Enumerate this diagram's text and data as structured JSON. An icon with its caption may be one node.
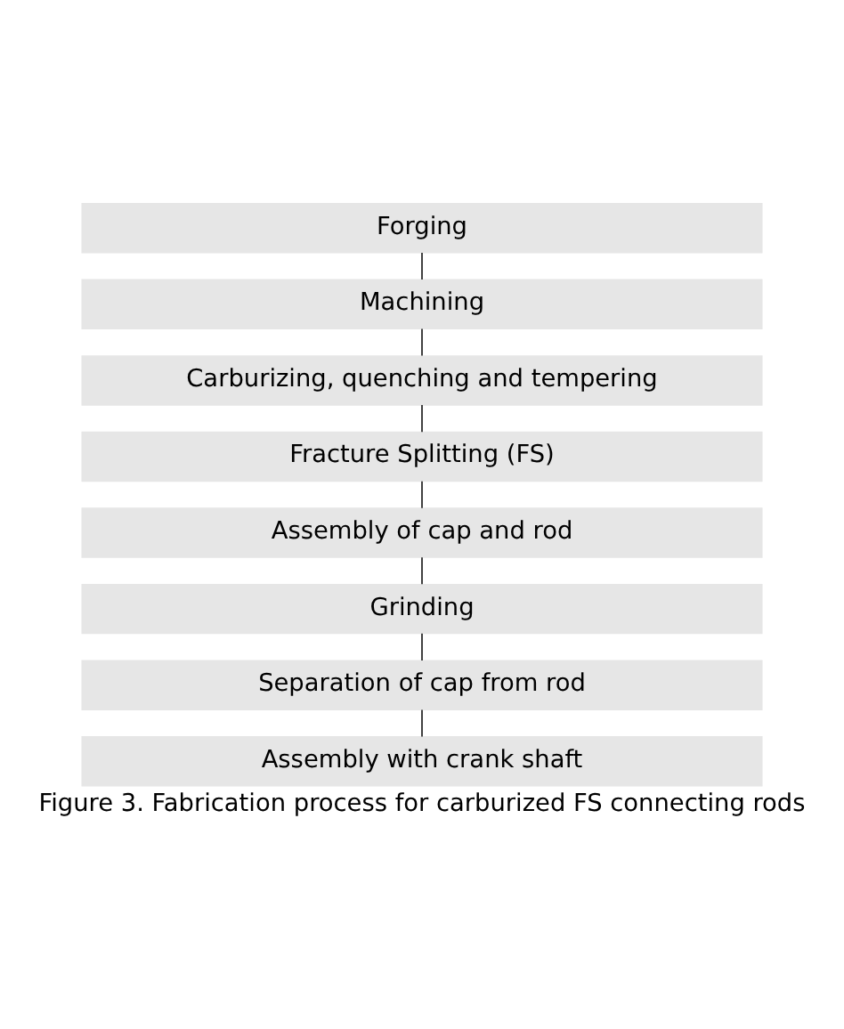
{
  "diagram": {
    "caption": "Figure 3. Fabrication process for carburized FS connecting rods",
    "nodes": [
      {
        "text": [
          "Forging"
        ]
      },
      {
        "text": [
          "Machining"
        ]
      },
      {
        "text": [
          "Carburizing, quenching and tempering"
        ]
      },
      {
        "text": [
          "Fracture Splitting (FS)"
        ]
      },
      {
        "text": [
          "Assembly of cap and rod"
        ]
      },
      {
        "text": [
          "Grinding"
        ]
      },
      {
        "text": [
          "Separation of cap from rod"
        ]
      },
      {
        "text": [
          "Assembly with crank shaft"
        ]
      }
    ],
    "edges": [
      {
        "from": 0,
        "to": 1,
        "arrow": "none"
      },
      {
        "from": 1,
        "to": 2,
        "arrow": "none"
      },
      {
        "from": 2,
        "to": 3,
        "arrow": "none"
      },
      {
        "from": 3,
        "to": 4,
        "arrow": "none"
      },
      {
        "from": 4,
        "to": 5,
        "arrow": "none"
      },
      {
        "from": 5,
        "to": 6,
        "arrow": "none"
      },
      {
        "from": 6,
        "to": 7,
        "arrow": "none"
      }
    ]
  }
}
